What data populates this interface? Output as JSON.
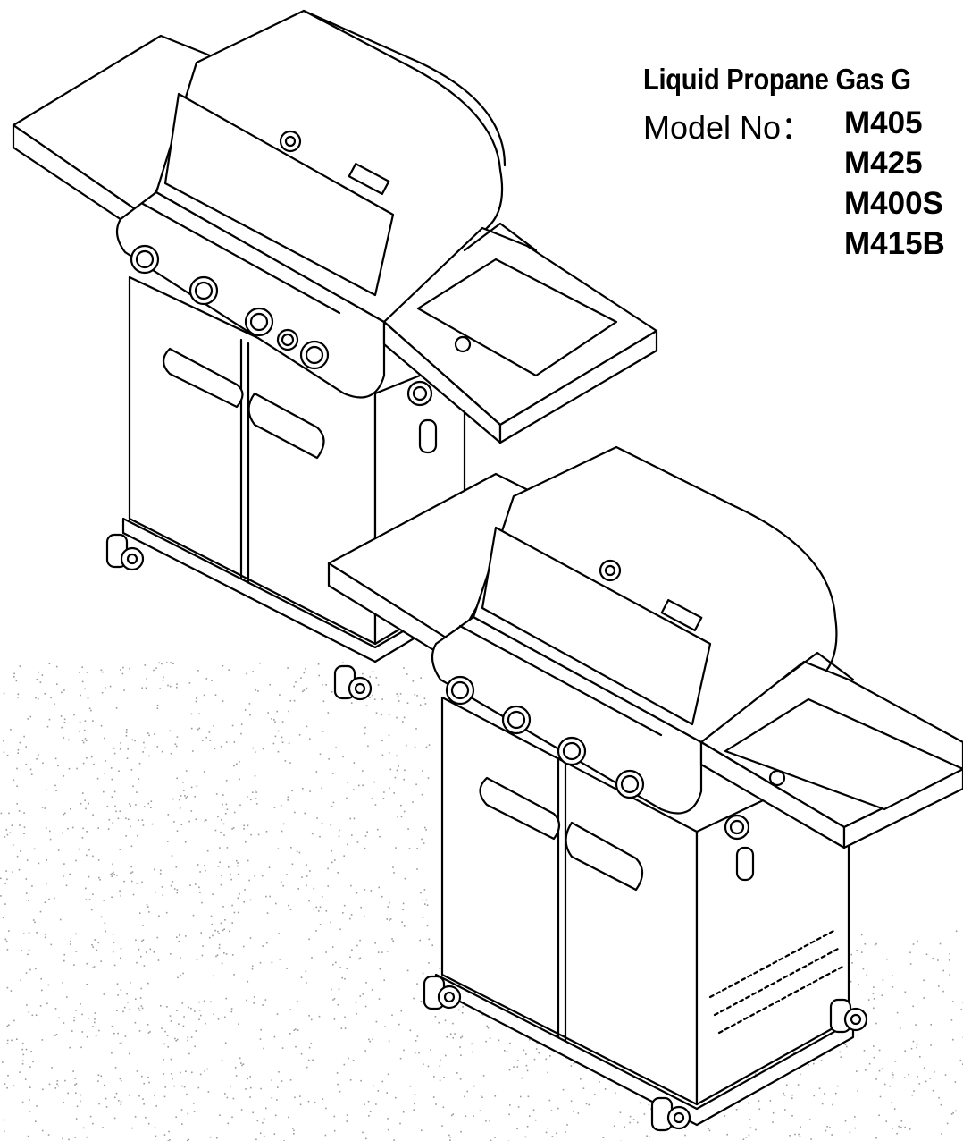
{
  "header": {
    "title": "Liquid Propane Gas G",
    "model_label": "Model No：",
    "models": [
      "M405",
      "M425",
      "M400S",
      "M415B"
    ]
  },
  "illustration": {
    "subject": "two gas grill line drawings",
    "stroke_color": "#000000",
    "fill_color": "#ffffff",
    "speckle_color": "#9a9a9a"
  }
}
